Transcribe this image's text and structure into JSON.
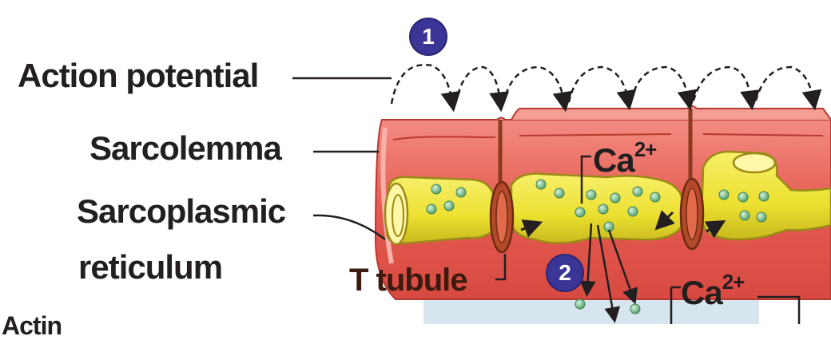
{
  "labels": {
    "action_potential": "Action potential",
    "sarcolemma": "Sarcolemma",
    "sr_line1": "Sarcoplasmic",
    "sr_line2": "reticulum",
    "t_tubule": "T tubule",
    "bottom_partial": "Actin"
  },
  "steps": {
    "step1": "1",
    "step2": "2"
  },
  "ions": {
    "ca_top": {
      "base": "Ca",
      "charge": "2+"
    },
    "ca_bottom": {
      "base": "Ca",
      "charge": "2+"
    }
  },
  "colors": {
    "sarcolemma_red": "#e2584f",
    "sarcolemma_light": "#f28a80",
    "sr_yellow": "#efe43a",
    "sr_dark": "#9a8a16",
    "ca_green": "#7cc08a",
    "t_tubule_brown": "#8a3a1f",
    "step_badge": "#3a3596",
    "cytosol_blue": "#d7e5ee"
  }
}
